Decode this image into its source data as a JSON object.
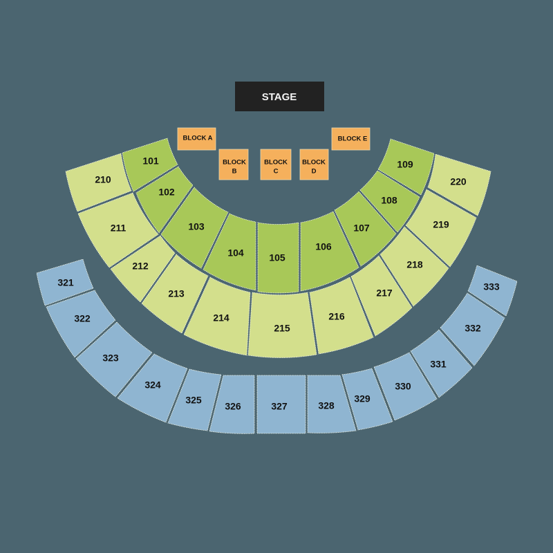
{
  "stage": {
    "label": "STAGE"
  },
  "blocks": {
    "a": {
      "line1": "BLOCK A"
    },
    "b": {
      "line1": "BLOCK",
      "line2": "B"
    },
    "c": {
      "line1": "BLOCK",
      "line2": "C"
    },
    "d": {
      "line1": "BLOCK",
      "line2": "D"
    },
    "e": {
      "line1": "BLOCK E"
    }
  },
  "colors": {
    "background": "#4b6570",
    "stage": "#222222",
    "floor_blocks": "#f5b05c",
    "level_100": "#a8c858",
    "level_200": "#d3df8c",
    "level_300": "#8fb5d1"
  },
  "sections": {
    "s101": "101",
    "s102": "102",
    "s103": "103",
    "s104": "104",
    "s105": "105",
    "s106": "106",
    "s107": "107",
    "s108": "108",
    "s109": "109",
    "s210": "210",
    "s211": "211",
    "s212": "212",
    "s213": "213",
    "s214": "214",
    "s215": "215",
    "s216": "216",
    "s217": "217",
    "s218": "218",
    "s219": "219",
    "s220": "220",
    "s321": "321",
    "s322": "322",
    "s323": "323",
    "s324": "324",
    "s325": "325",
    "s326": "326",
    "s327": "327",
    "s328": "328",
    "s329": "329",
    "s330": "330",
    "s331": "331",
    "s332": "332",
    "s333": "333"
  }
}
